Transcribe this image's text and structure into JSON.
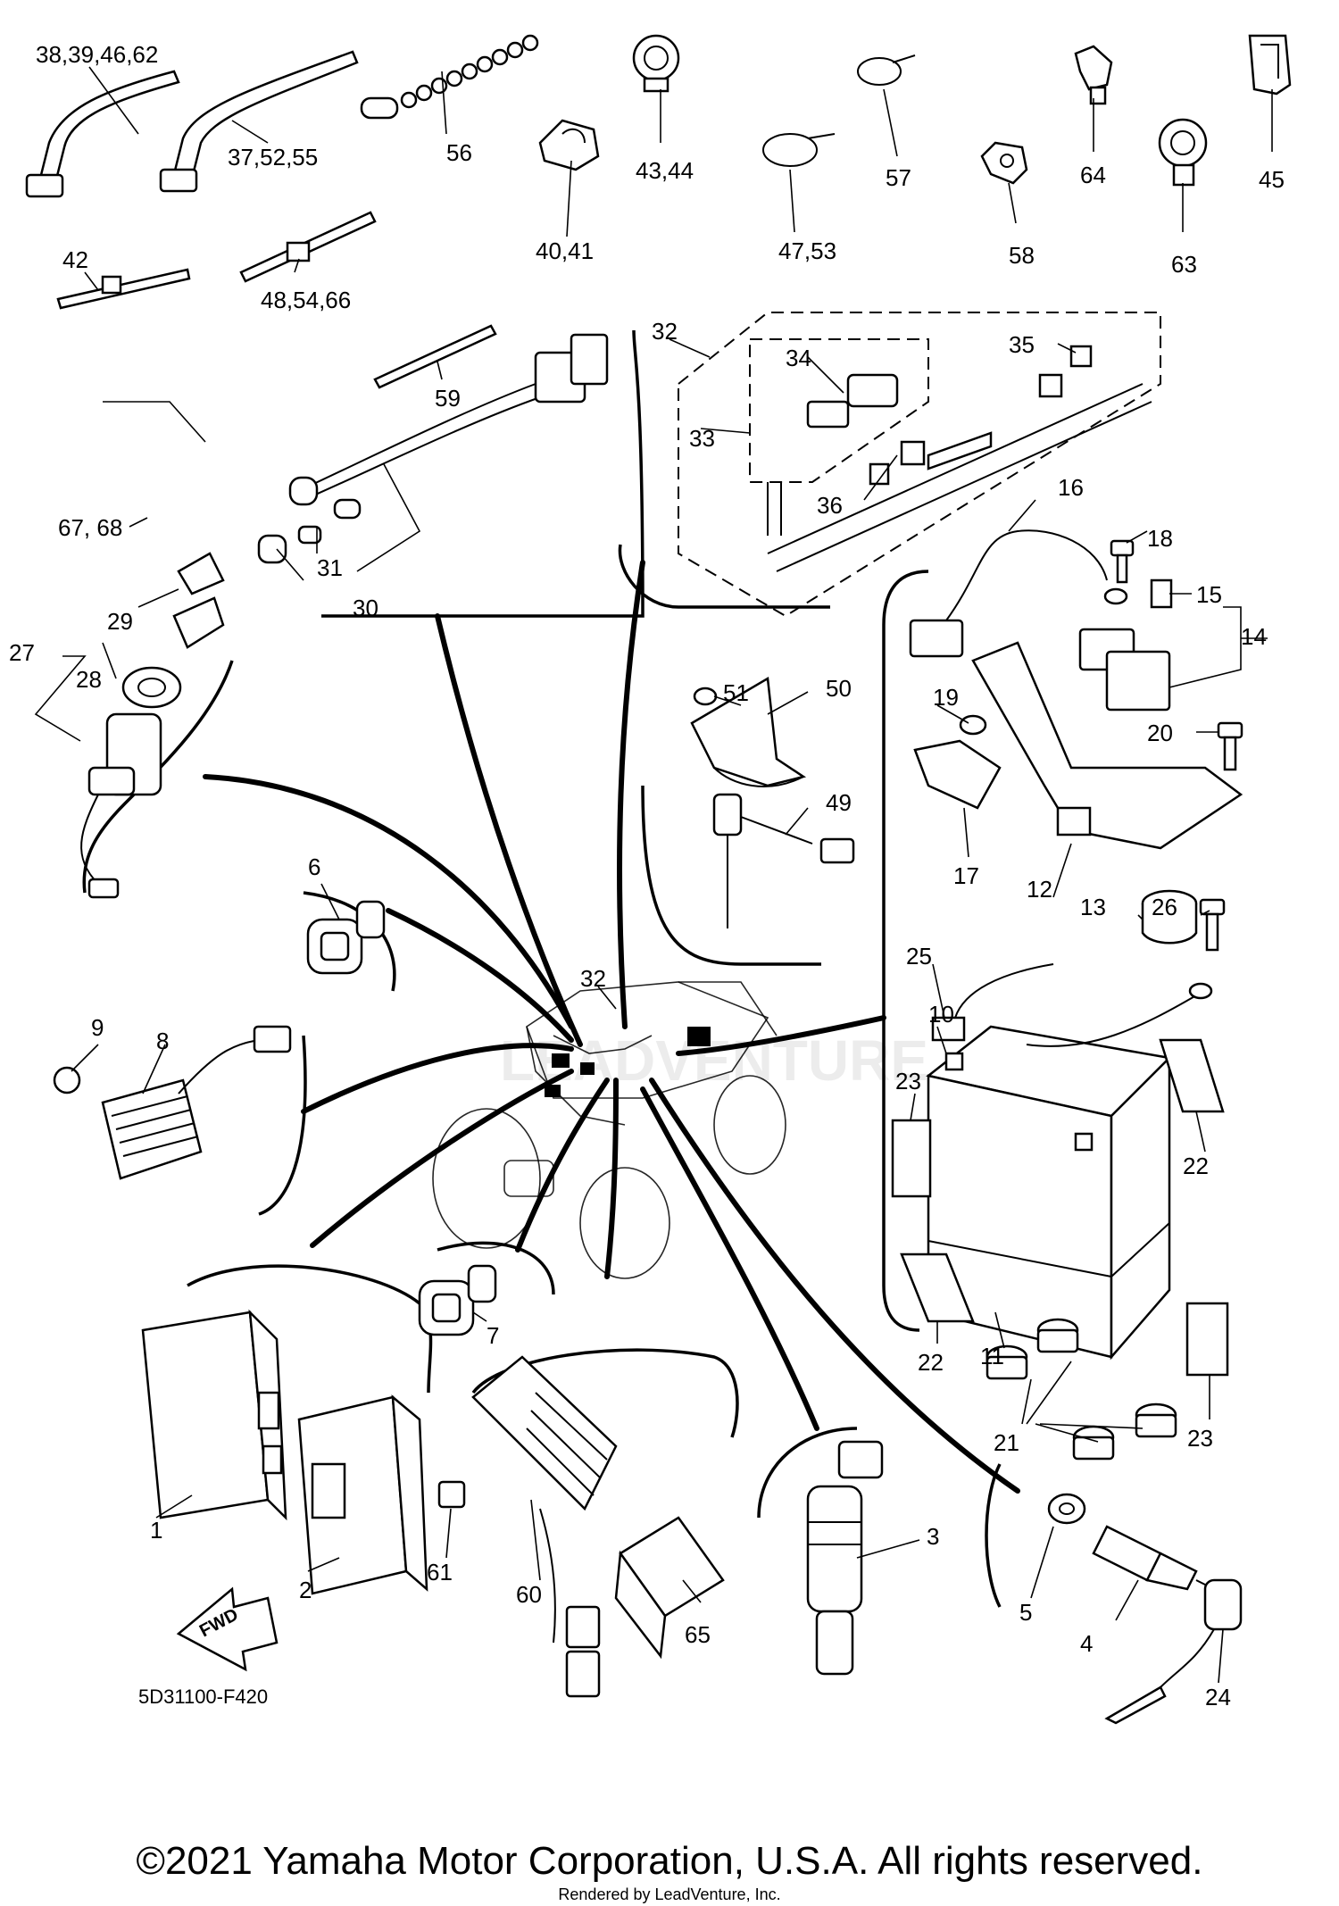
{
  "diagram_code": "5D31100-F420",
  "fwd_label": "FWD",
  "copyright": "©2021 Yamaha Motor Corporation, U.S.A. All rights reserved.",
  "rendered_by": "Rendered by LeadVenture, Inc.",
  "watermark": "LEADVENTURE",
  "labels": {
    "p1": "1",
    "p2": "2",
    "p3": "3",
    "p4": "4",
    "p5": "5",
    "p6": "6",
    "p7": "7",
    "p8": "8",
    "p9": "9",
    "p10": "10",
    "p11": "11",
    "p12": "12",
    "p13": "13",
    "p14": "14",
    "p15": "15",
    "p16": "16",
    "p17": "17",
    "p18": "18",
    "p19": "19",
    "p20": "20",
    "p21": "21",
    "p22a": "22",
    "p22b": "22",
    "p23a": "23",
    "p23b": "23",
    "p24": "24",
    "p25": "25",
    "p26": "26",
    "p27": "27",
    "p28": "28",
    "p29": "29",
    "p30": "30",
    "p31": "31",
    "p32a": "32",
    "p32b": "32",
    "p33": "33",
    "p34": "34",
    "p35": "35",
    "p36": "36",
    "p37": "37,52,55",
    "p38": "38,39,46,62",
    "p40": "40,41",
    "p42": "42",
    "p43": "43,44",
    "p45": "45",
    "p47": "47,53",
    "p48": "48,54,66",
    "p49": "49",
    "p50": "50",
    "p51": "51",
    "p56": "56",
    "p57": "57",
    "p58": "58",
    "p59": "59",
    "p60": "60",
    "p61": "61",
    "p63": "63",
    "p64": "64",
    "p65": "65",
    "p67": "67, 68"
  }
}
